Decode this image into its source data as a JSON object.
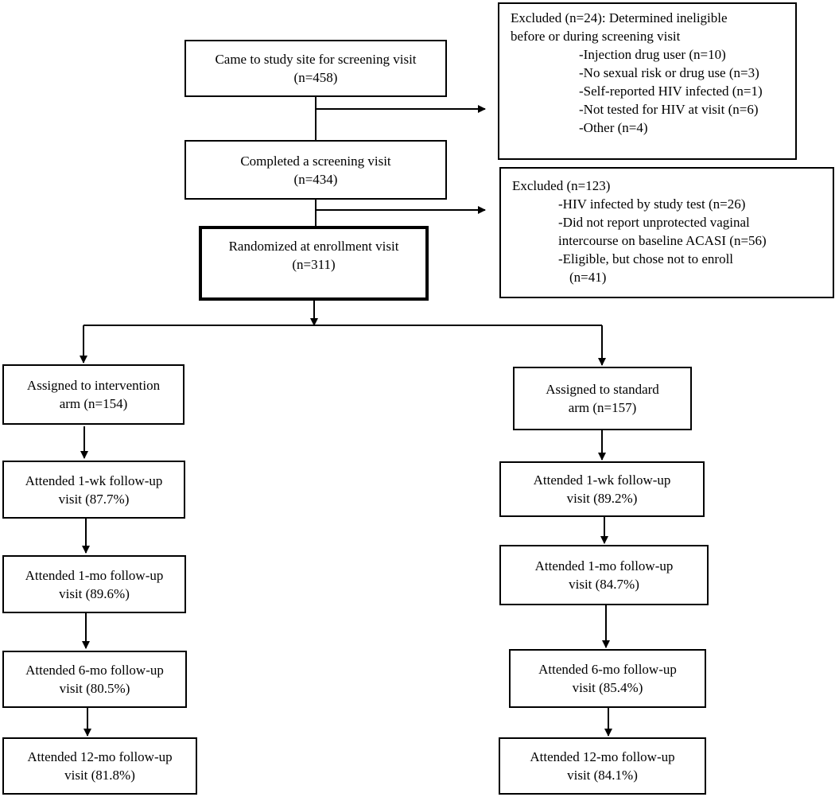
{
  "screening": {
    "line1": "Came to study site for screening visit",
    "line2": "(n=458)"
  },
  "excluded1": {
    "title1": "Excluded (n=24): Determined ineligible",
    "title2": "before or during screening visit",
    "items": [
      "-Injection drug user (n=10)",
      "-No sexual risk or drug use (n=3)",
      "-Self-reported HIV infected (n=1)",
      "-Not tested for HIV at visit (n=6)",
      "-Other (n=4)"
    ]
  },
  "completed": {
    "line1": "Completed a screening visit",
    "line2": "(n=434)"
  },
  "excluded2": {
    "title": "Excluded (n=123)",
    "items": [
      "-HIV infected by study test (n=26)",
      "-Did not report unprotected vaginal",
      "intercourse on baseline ACASI (n=56)",
      "-Eligible, but chose not to enroll",
      "(n=41)"
    ]
  },
  "randomized": {
    "line1": "Randomized at enrollment visit",
    "line2": "(n=311)"
  },
  "intervention": {
    "assigned": {
      "line1": "Assigned to intervention",
      "line2": "arm (n=154)"
    },
    "visits": [
      {
        "line1": "Attended 1-wk follow-up",
        "line2": "visit  (87.7%)"
      },
      {
        "line1": "Attended 1-mo follow-up",
        "line2": "visit  (89.6%)"
      },
      {
        "line1": "Attended 6-mo follow-up",
        "line2": "visit  (80.5%)"
      },
      {
        "line1": "Attended 12-mo follow-up",
        "line2": "visit  (81.8%)"
      }
    ]
  },
  "standard": {
    "assigned": {
      "line1": "Assigned to standard",
      "line2": "arm (n=157)"
    },
    "visits": [
      {
        "line1": "Attended 1-wk follow-up",
        "line2": "visit  (89.2%)"
      },
      {
        "line1": "Attended 1-mo follow-up",
        "line2": "visit  (84.7%)"
      },
      {
        "line1": "Attended 6-mo follow-up",
        "line2": "visit  (85.4%)"
      },
      {
        "line1": "Attended 12-mo follow-up",
        "line2": "visit  (84.1%)"
      }
    ]
  }
}
